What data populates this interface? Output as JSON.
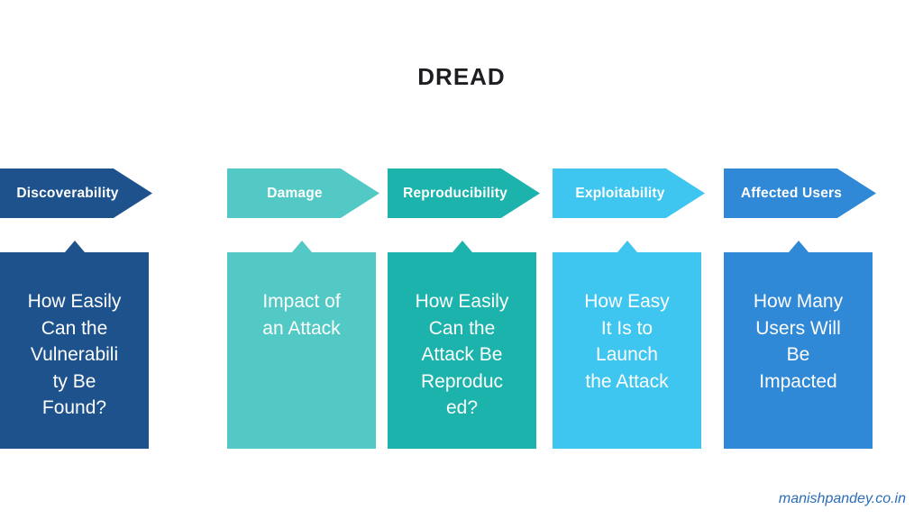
{
  "title": "DREAD",
  "watermark": "manishpandey.co.in",
  "colors": {
    "background": "#ffffff",
    "title_text": "#1d1e21",
    "watermark_text": "#2a6db8",
    "box_text": "#fdfdfd"
  },
  "columns": [
    {
      "label": "Damage",
      "color": "#52c9c4",
      "lines": [
        "Impact of",
        "an Attack"
      ]
    },
    {
      "label": "Reproducibility",
      "color": "#1bb3ab",
      "lines": [
        "How Easily",
        "Can the",
        "Attack Be",
        "Reproduc",
        "ed?"
      ]
    },
    {
      "label": "Exploitability",
      "color": "#3ec6f0",
      "lines": [
        "How Easy",
        "It Is to",
        "Launch",
        "the Attack"
      ]
    },
    {
      "label": "Affected Users",
      "color": "#3089d6",
      "lines": [
        "How Many",
        "Users Will",
        "Be",
        "Impacted"
      ]
    },
    {
      "label": "Discoverability",
      "color": "#1d528c",
      "lines": [
        "How Easily",
        "Can the",
        "Vulnerabili",
        "ty Be",
        "Found?"
      ]
    }
  ]
}
